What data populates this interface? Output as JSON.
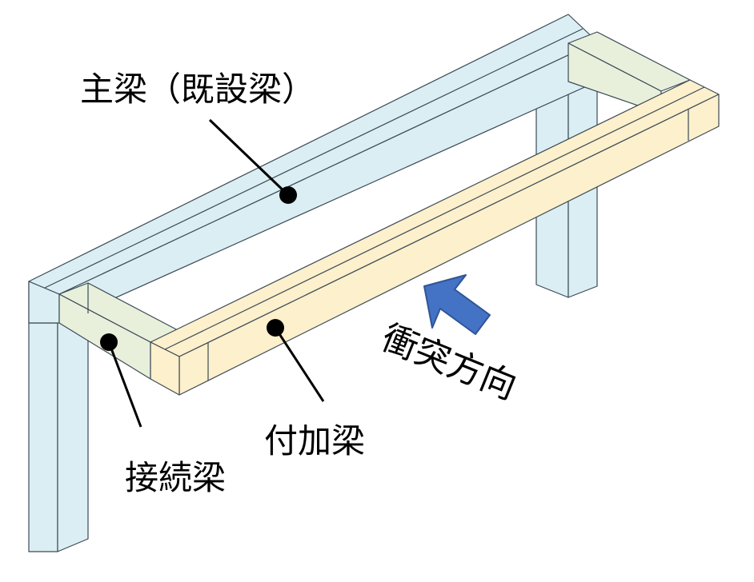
{
  "labels": {
    "main_beam": "主梁（既設梁）",
    "added_beam": "付加梁",
    "connection_beam": "接続梁",
    "impact_direction": "衝突方向"
  },
  "colors": {
    "main_beam_fill": "#dbeef4",
    "added_beam_fill": "#fdf0cc",
    "connection_beam_fill": "#e8f0dc",
    "edge": "#3c4a55",
    "arrow_fill": "#4472c4",
    "arrow_stroke": "#2f5597",
    "leader": "#000000"
  }
}
